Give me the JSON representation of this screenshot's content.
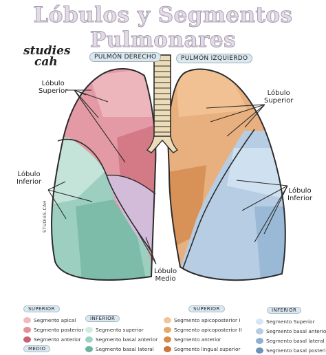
{
  "title": "Lóbulos y Segmentos Pulmonares",
  "brand": {
    "line1": "studies",
    "line2": "cah"
  },
  "vertical_watermark": "STUDIES.CAH",
  "lung_labels": {
    "right": "PULMÓN DERECHO",
    "left": "PULMÓN IZQUIERDO"
  },
  "lobe_labels": {
    "right_superior": {
      "line1": "Lóbulo",
      "line2": "Superior"
    },
    "right_inferior": {
      "line1": "Lóbulo",
      "line2": "Inferior"
    },
    "right_medio": {
      "line1": "Lóbulo",
      "line2": "Medio"
    },
    "left_superior": {
      "line1": "Lóbulo",
      "line2": "Superior"
    },
    "left_inferior": {
      "line1": "Lóbulo",
      "line2": "Inferior"
    }
  },
  "colors": {
    "right_superior": "#e39aa4",
    "right_inferior": "#9ccfc0",
    "right_medio": "#d2bcda",
    "left_superior": "#e8b07e",
    "left_inferior": "#b6cde4",
    "trachea": "#ecdcb8"
  },
  "legend": [
    {
      "head": "SUPERIOR",
      "items": [
        {
          "label": "Segmento apical",
          "color": "#f0b9bf"
        },
        {
          "label": "Segmento posterior",
          "color": "#e5909a"
        },
        {
          "label": "Segmento anterior",
          "color": "#c86470"
        }
      ]
    },
    {
      "head": "MEDIO",
      "items": []
    },
    {
      "head": "INFERIOR",
      "items": [
        {
          "label": "Segmento superior",
          "color": "#d0ebe2"
        },
        {
          "label": "Segmento basal anterior",
          "color": "#9dd3c3"
        },
        {
          "label": "Segmento basal lateral",
          "color": "#6fb3a0"
        }
      ]
    },
    {
      "head": "SUPERIOR",
      "items": [
        {
          "label": "Segmento apicoposterior I",
          "color": "#f2c496"
        },
        {
          "label": "Segmento apicoposterior II",
          "color": "#e8a86c"
        },
        {
          "label": "Segmento anterior",
          "color": "#d98c4a"
        },
        {
          "label": "Segmento lingual superior",
          "color": "#c9783a"
        }
      ]
    },
    {
      "head": "INFERIOR",
      "items": [
        {
          "label": "Segmento Superior",
          "color": "#d6e6f2"
        },
        {
          "label": "Segmento basal anterior",
          "color": "#b3cde3"
        },
        {
          "label": "Segmento basal lateral",
          "color": "#8eb0d0"
        },
        {
          "label": "Segmento basal posterior",
          "color": "#6f93b8"
        }
      ]
    }
  ]
}
